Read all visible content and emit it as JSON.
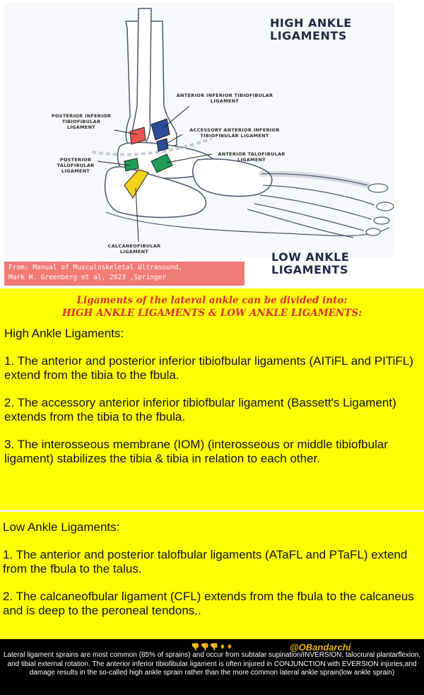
{
  "figure": {
    "high_title_line1": "HIGH ANKLE",
    "high_title_line2": "LIGAMENTS",
    "low_title_line1": "LOW ANKLE",
    "low_title_line2": "LIGAMENTS",
    "labels": {
      "aitfl": "ANTERIOR INFERIOR TIBIOFIBULAR\nLIGAMENT",
      "pitfl": "POSTERIOR INFERIOR\nTIBIOFIBULAR\nLIGAMENT",
      "accessory": "ACCESSORY ANTERIOR INFERIOR\nTIBIOFIBULAR LIGAMENT",
      "atfl": "ANTERIOR TALOFIBULAR\nLIGAMENT",
      "ptfl": "POSTERIOR\nTALOFIBULAR\nLIGAMENT",
      "cfl": "CALCANEOFIBULAR\nLIGAMENT"
    },
    "credit_line1": "From: Manual of Musculoskeletal Ultrasound,",
    "credit_line2": "Mark H. Greenberg et al, 2023 ,Springer"
  },
  "intro": {
    "line1": "Ligaments of the lateral ankle can be divided into:",
    "line2": "HIGH ANKLE LIGAMENTS  &  LOW ANKLE LIGAMENTS:"
  },
  "high": {
    "heading": "High Ankle Ligaments:",
    "item1": "1. The anterior and posterior inferior tibiofbular ligaments (AITiFL and PITiFL) extend from the tibia to the fbula.",
    "item2": "2. The accessory anterior inferior tibiofbular ligament (Bassett's Ligament) extends from the tibia to the fbula.",
    "item3": "3. The interosseous membrane (IOM) (interosseous or middle tibiofbular ligament) stabilizes the tibia & tibia in relation to each other."
  },
  "low": {
    "heading": "Low Ankle Ligaments:",
    "item1": "1. The anterior and posterior talofbular ligaments (ATaFL and PTaFL) extend from the fbula to the talus.",
    "item2": "2. The calcaneofbular ligament (CFL) extends from the fbula to the calcaneus and is deep to the peroneal tendons.."
  },
  "footer": {
    "emoji": "👎👎👎♦♦",
    "handle": "@OBandarchi",
    "text": "Lateral ligament sprains are most common (85% of sprains) and occur from subtalar supination/INVERSION, talocrural plantarflexion, and tibial external rotation. The anterior inferior tibiofibular ligament is often injured in CONJUNCTION with EVERSION injuries,and damage results in the so-called high ankle sprain rather than the more common lateral ankle sprain(low ankle sprain)"
  },
  "colors": {
    "yellow": "#ffff05",
    "intro_red": "#d6312b",
    "credit_bg": "#f07a76",
    "ligament_red": "#e8574f",
    "ligament_blue": "#2b4c9a",
    "ligament_green": "#1f9e57",
    "ligament_yellow": "#f2d21b",
    "handle_gold": "#f0b400"
  }
}
